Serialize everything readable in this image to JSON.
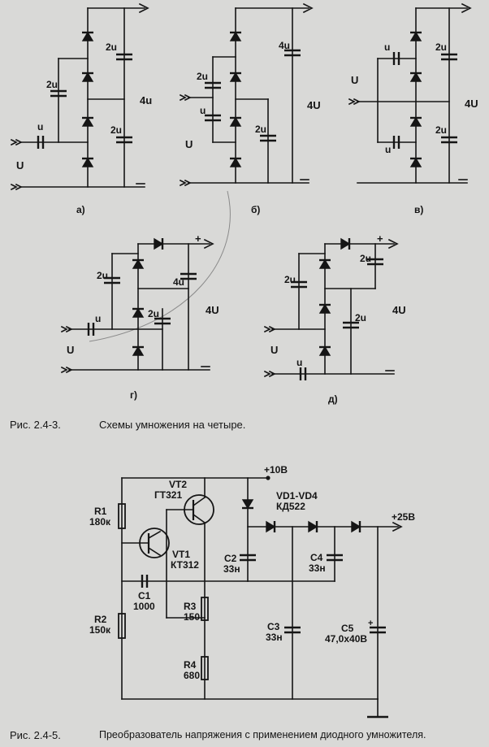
{
  "fig1": {
    "caption_number": "Рис. 2.4-3.",
    "caption_text": "Схемы умножения на четыре.",
    "subfigs": [
      "а)",
      "б)",
      "в)",
      "г)",
      "д)"
    ],
    "labels": {
      "u": "u",
      "two_u": "2u",
      "four_u": "4u",
      "four_U": "4U",
      "U": "U",
      "plus": "+",
      "minus": "−"
    }
  },
  "fig2": {
    "caption_number": "Рис. 2.4-5.",
    "caption_text": "Преобразователь напряжения с применением диодного умножителя.",
    "supply": "+10В",
    "output": "+25В",
    "vt2_name": "VT2",
    "vt2_type": "ГТ321",
    "vt1_name": "VT1",
    "vt1_type": "КТ312",
    "diodes_name": "VD1-VD4",
    "diodes_type": "КД522",
    "r1_name": "R1",
    "r1_val": "180к",
    "r2_name": "R2",
    "r2_val": "150к",
    "r3_name": "R3",
    "r3_val": "150",
    "r4_name": "R4",
    "r4_val": "680",
    "c1_name": "C1",
    "c1_val": "1000",
    "c2_name": "C2",
    "c2_val": "33н",
    "c3_name": "C3",
    "c3_val": "33н",
    "c4_name": "C4",
    "c4_val": "33н",
    "c5_name": "C5",
    "c5_val": "47,0x40В"
  }
}
